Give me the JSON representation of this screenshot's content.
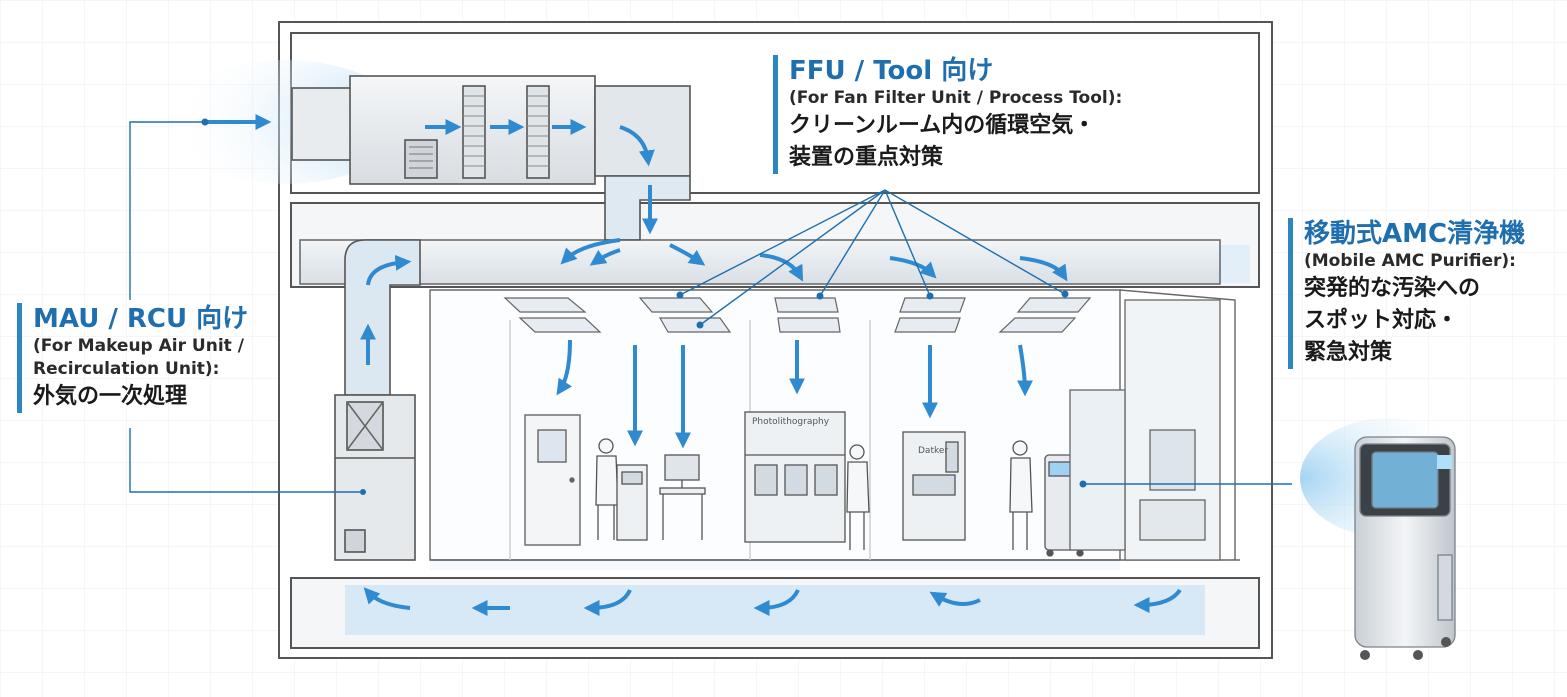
{
  "callouts": {
    "mau": {
      "head": "MAU / RCU 向け",
      "sub1": "(For Makeup Air Unit /",
      "sub2": "Recirculation Unit):",
      "desc1": "外気の一次処理"
    },
    "ffu": {
      "head": "FFU / Tool 向け",
      "sub1": "(For Fan Filter Unit / Process Tool):",
      "desc1": "クリーンルーム内の循環空気・",
      "desc2": "装置の重点対策"
    },
    "mobile": {
      "head": "移動式AMC清浄機",
      "sub1": "(Mobile AMC Purifier):",
      "desc1": "突発的な汚染への",
      "desc2": "スポット対応・",
      "desc3": "緊急対策"
    }
  },
  "equipment_labels": {
    "photolithography": "Photolithography",
    "tool2": "Datker"
  },
  "colors": {
    "accent": "#2e86c1",
    "airflow": "#3a8fd0",
    "air_glow": "#bfe0f5",
    "line": "#555555",
    "wall": "#f2f4f6"
  }
}
